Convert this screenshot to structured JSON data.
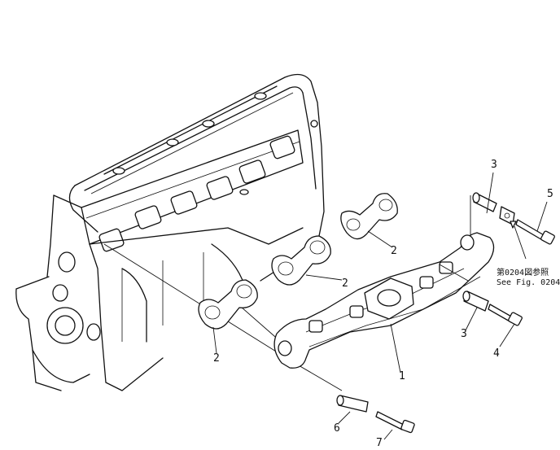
{
  "callouts": [
    {
      "id": "c1",
      "text": "1",
      "part": "exhaust-manifold"
    },
    {
      "id": "c2a",
      "text": "2",
      "part": "gasket"
    },
    {
      "id": "c2b",
      "text": "2",
      "part": "gasket"
    },
    {
      "id": "c2c",
      "text": "2",
      "part": "gasket"
    },
    {
      "id": "c3a",
      "text": "3",
      "part": "spacer"
    },
    {
      "id": "c3b",
      "text": "3",
      "part": "spacer"
    },
    {
      "id": "c4",
      "text": "4",
      "part": "bolt"
    },
    {
      "id": "c5",
      "text": "5",
      "part": "bolt"
    },
    {
      "id": "c6",
      "text": "6",
      "part": "spacer"
    },
    {
      "id": "c7",
      "text": "7",
      "part": "bolt"
    }
  ],
  "reference": {
    "line1": "第0204図参照",
    "line2": "See Fig. 0204"
  }
}
